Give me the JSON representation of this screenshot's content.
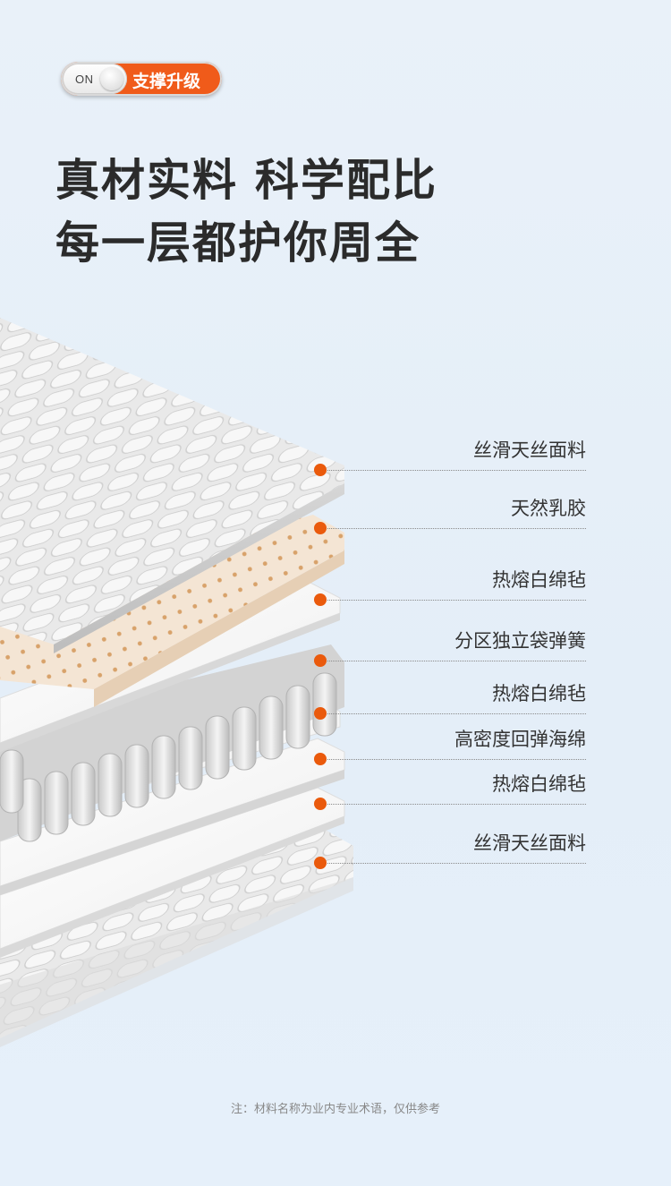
{
  "badge": {
    "toggle_text": "ON",
    "label": "支撑升级"
  },
  "headline": {
    "line1": "真材实料 科学配比",
    "line2": "每一层都护你周全"
  },
  "layers": [
    {
      "label": "丝滑天丝面料"
    },
    {
      "label": "天然乳胶"
    },
    {
      "label": "热熔白绵毡"
    },
    {
      "label": "分区独立袋弹簧"
    },
    {
      "label": "热熔白绵毡"
    },
    {
      "label": "高密度回弹海绵"
    },
    {
      "label": "热熔白绵毡"
    },
    {
      "label": "丝滑天丝面料"
    }
  ],
  "footnote": "注：材料名称为业内专业术语，仅供参考",
  "colors": {
    "accent": "#f05b1a",
    "dot": "#ea5a0c",
    "background": "#e6f0fa"
  }
}
